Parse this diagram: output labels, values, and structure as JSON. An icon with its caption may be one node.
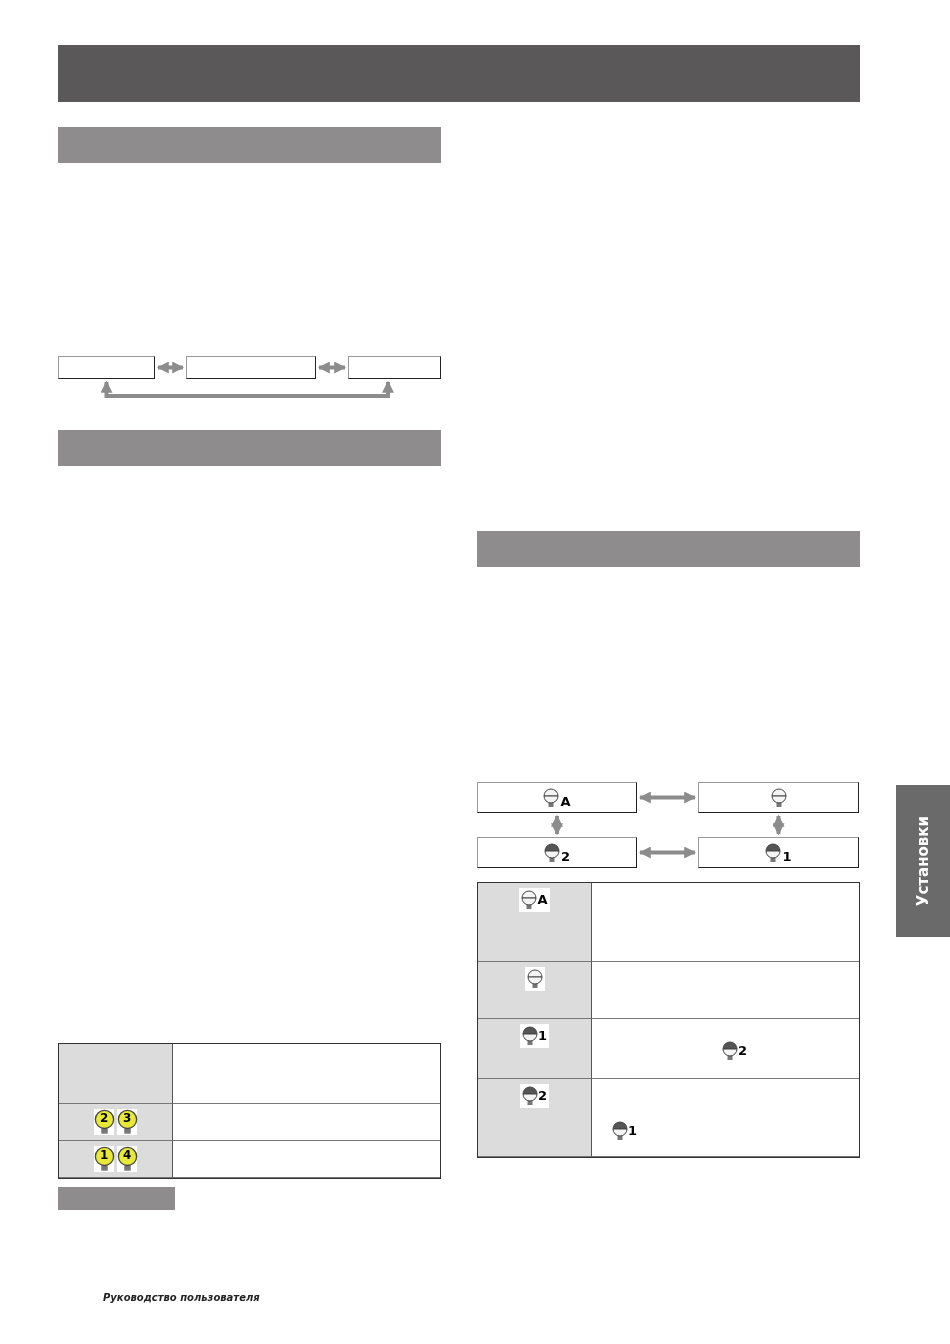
{
  "diagram": {
    "nodes": [
      {
        "text": [],
        "shape": "box"
      },
      {
        "text": [],
        "shape": "box"
      },
      {
        "text": [],
        "shape": "box"
      },
      {
        "text": [
          "A"
        ]
      },
      {
        "text": [],
        "shape": "box"
      },
      {
        "text": [
          "2"
        ]
      },
      {
        "text": [
          "1"
        ]
      }
    ],
    "edges": [
      {
        "from": 0,
        "to": 1,
        "arrow": "both"
      },
      {
        "from": 1,
        "to": 2,
        "arrow": "both"
      },
      {
        "from": 0,
        "to": 2,
        "arrow": "both"
      },
      {
        "from": 3,
        "to": 4,
        "arrow": "both"
      },
      {
        "from": 3,
        "to": 5,
        "arrow": "both"
      },
      {
        "from": 4,
        "to": 6,
        "arrow": "both"
      },
      {
        "from": 5,
        "to": 6,
        "arrow": "both"
      }
    ],
    "labels": [
      "2",
      "3",
      "1",
      "4",
      "A",
      "1",
      "2",
      "2",
      "1",
      "Установки",
      "Руководство пользователя"
    ]
  }
}
